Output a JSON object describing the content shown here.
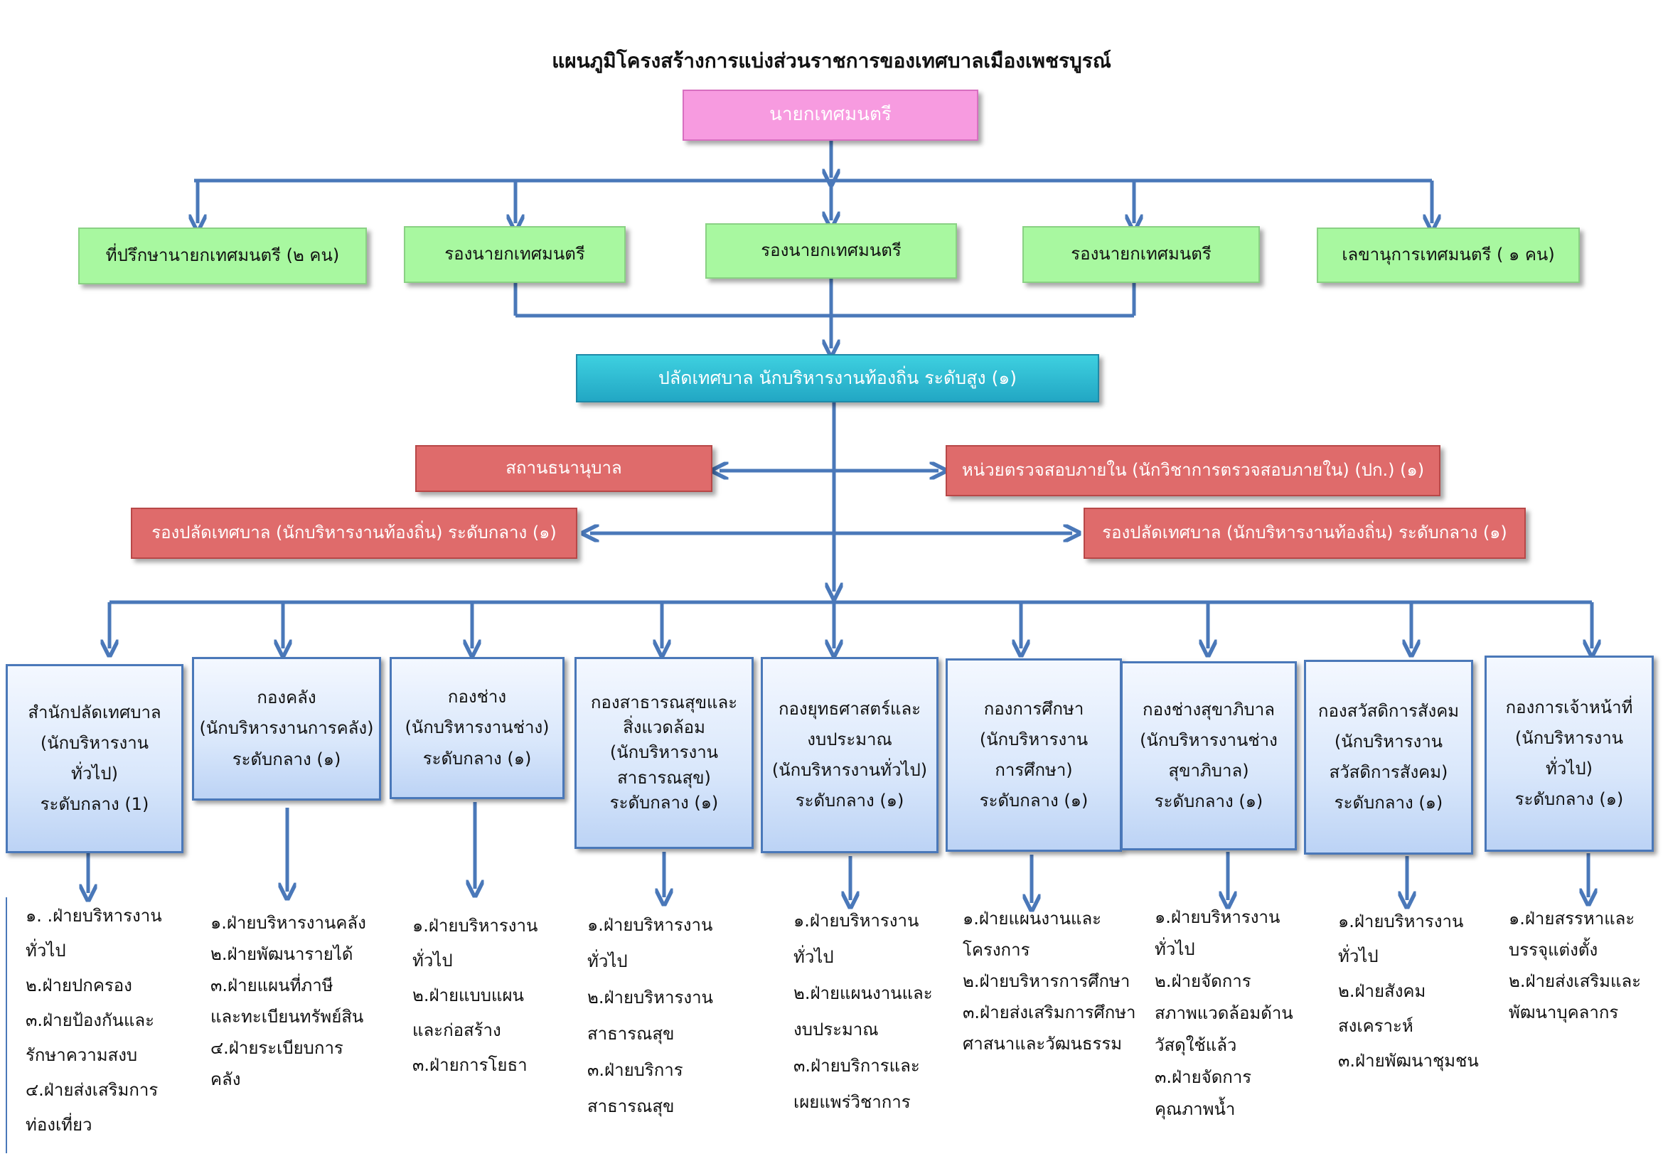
{
  "title": "แผนภูมิโครงสร้างการแบ่งส่วนราชการของเทศบาลเมืองเพชรบูรณ์",
  "mayor": "นายกเทศมนตรี",
  "advisors": [
    "ที่ปรึกษานายกเทศมนตรี (๒ คน)",
    "รองนายกเทศมนตรี",
    "รองนายกเทศมนตรี",
    "รองนายกเทศมนตรี",
    "เลขานุการเทศมนตรี ( ๑ คน)"
  ],
  "clerk": "ปลัดเทศบาล นักบริหารงานท้องถิ่น ระดับสูง (๑)",
  "nursery": "สถานธนานุบาล",
  "audit": "หน่วยตรวจสอบภายใน (นักวิชาการตรวจสอบภายใน) (ปก.) (๑)",
  "deputy_clerk_left": "รองปลัดเทศบาล (นักบริหารงานท้องถิ่น) ระดับกลาง (๑)",
  "deputy_clerk_right": "รองปลัดเทศบาล (นักบริหารงานท้องถิ่น) ระดับกลาง (๑)",
  "divisions": [
    {
      "lines": [
        "สำนักปลัดเทศบาล",
        "(นักบริหารงาน",
        "ทั่วไป)",
        "ระดับกลาง (1)"
      ],
      "units": [
        "๑. .ฝ่ายบริหารงาน",
        "ทั่วไป",
        "๒.ฝ่ายปกครอง",
        "๓.ฝ่ายป้องกันและ",
        "รักษาความสงบ",
        "๔.ฝ่ายส่งเสริมการ",
        "ท่องเที่ยว"
      ]
    },
    {
      "lines": [
        "กองคลัง",
        "(นักบริหารงานการคลัง)",
        "ระดับกลาง (๑)"
      ],
      "units": [
        "๑.ฝ่ายบริหารงานคลัง",
        "๒.ฝ่ายพัฒนารายได้",
        "๓.ฝ่ายแผนที่ภาษี",
        "และทะเบียนทรัพย์สิน",
        "๔.ฝ่ายระเบียบการ",
        "คลัง"
      ]
    },
    {
      "lines": [
        "กองช่าง",
        "(นักบริหารงานช่าง)",
        "ระดับกลาง (๑)"
      ],
      "units": [
        "๑.ฝ่ายบริหารงาน",
        "ทั่วไป",
        "๒.ฝ่ายแบบแผน",
        "และก่อสร้าง",
        "๓.ฝ่ายการโยธา"
      ]
    },
    {
      "lines": [
        "กองสาธารณสุขและ",
        "สิ่งแวดล้อม",
        "(นักบริหารงาน",
        "สาธารณสุข)",
        "ระดับกลาง (๑)"
      ],
      "units": [
        "๑.ฝ่ายบริหารงาน",
        "ทั่วไป",
        "๒.ฝ่ายบริหารงาน",
        "สาธารณสุข",
        "๓.ฝ่ายบริการ",
        "สาธารณสุข"
      ]
    },
    {
      "lines": [
        "กองยุทธศาสตร์และ",
        "งบประมาณ",
        "(นักบริหารงานทั่วไป)",
        "ระดับกลาง (๑)"
      ],
      "units": [
        "๑.ฝ่ายบริหารงาน",
        "ทั่วไป",
        "๒.ฝ่ายแผนงานและ",
        "งบประมาณ",
        "๓.ฝ่ายบริการและ",
        "เผยแพร่วิชาการ"
      ]
    },
    {
      "lines": [
        "กองการศึกษา",
        "(นักบริหารงาน",
        "การศึกษา)",
        "ระดับกลาง (๑)"
      ],
      "units": [
        "๑.ฝ่ายแผนงานและ",
        "โครงการ",
        "๒.ฝ่ายบริหารการศึกษา",
        "๓.ฝ่ายส่งเสริมการศึกษา",
        "ศาสนาและวัฒนธรรม"
      ]
    },
    {
      "lines": [
        "กองช่างสุขาภิบาล",
        "(นักบริหารงานช่าง",
        "สุขาภิบาล)",
        "ระดับกลาง (๑)"
      ],
      "units": [
        "๑.ฝ่ายบริหารงาน",
        "ทั่วไป",
        "๒.ฝ่ายจัดการ",
        "สภาพแวดล้อมด้าน",
        "วัสดุใช้แล้ว",
        "๓.ฝ่ายจัดการ",
        "คุณภาพน้ำ"
      ]
    },
    {
      "lines": [
        "กองสวัสดิการสังคม",
        "(นักบริหารงาน",
        "สวัสดิการสังคม)",
        "ระดับกลาง (๑)"
      ],
      "units": [
        "๑.ฝ่ายบริหารงาน",
        "ทั่วไป",
        "๒.ฝ่ายสังคม",
        "สงเคราะห์",
        "๓.ฝ่ายพัฒนาชุมชน"
      ]
    },
    {
      "lines": [
        "กองการเจ้าหน้าที่",
        "(นักบริหารงาน",
        "ทั่วไป)",
        "ระดับกลาง (๑)"
      ],
      "units": [
        "๑.ฝ่ายสรรหาและ",
        "บรรจุแต่งตั้ง",
        "๒.ฝ่ายส่งเสริมและ",
        "พัฒนาบุคลากร"
      ]
    }
  ],
  "colors": {
    "connector": "#4a78b9",
    "mayor_fill": "#f79be0",
    "advisor_fill": "#a8f8a0",
    "clerk_fill": "#2bb6cf",
    "staff_fill": "#df6b6b",
    "division_border": "#4a78b9"
  }
}
